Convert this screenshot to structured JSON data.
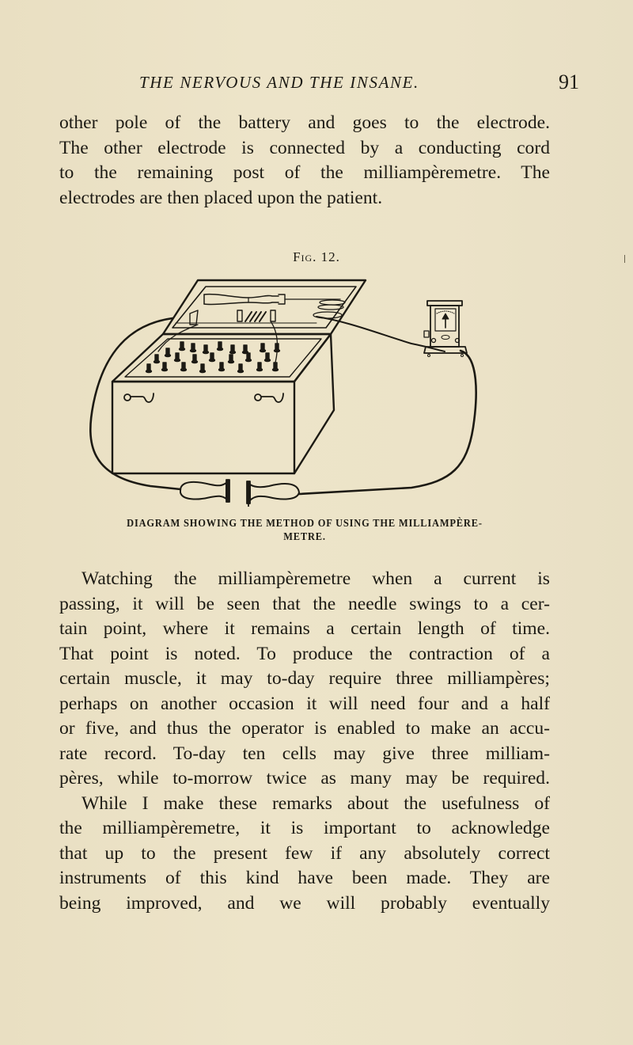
{
  "header": {
    "running_title": "THE NERVOUS AND THE INSANE.",
    "page_number": "91"
  },
  "paragraph_1": {
    "lines": [
      "other pole of the battery and goes to the electrode.",
      "The other electrode is connected by a conducting cord",
      "to the remaining post of the milliampèremetre. The",
      "electrodes are then placed upon the patient."
    ]
  },
  "figure": {
    "label": "Fig. 12.",
    "caption_lines": [
      "DIAGRAM SHOWING THE METHOD OF USING THE MILLIAMPÈRE-",
      "METRE."
    ],
    "components": [
      "battery-box",
      "milliamperemetre",
      "conducting-cords",
      "electrode-handles"
    ]
  },
  "paragraph_2": {
    "lines": [
      "Watching the milliampèremetre when a current is",
      "passing, it will be seen that the needle swings to a cer-",
      "tain point, where it remains a certain length of time.",
      "That point is noted. To produce the contraction of a",
      "certain muscle, it may to-day require three milliampères;",
      "perhaps on another occasion it will need four and a half",
      "or five, and thus the operator is enabled to make an accu-",
      "rate record. To-day ten cells may give three milliam-",
      "pères, while to-morrow twice as many may be required.",
      "While I make these remarks about the usefulness of",
      "the milliampèremetre, it is important to acknowledge",
      "that up to the present few if any absolutely correct",
      "instruments of this kind have been made. They are",
      "being improved, and we will probably eventually"
    ]
  }
}
